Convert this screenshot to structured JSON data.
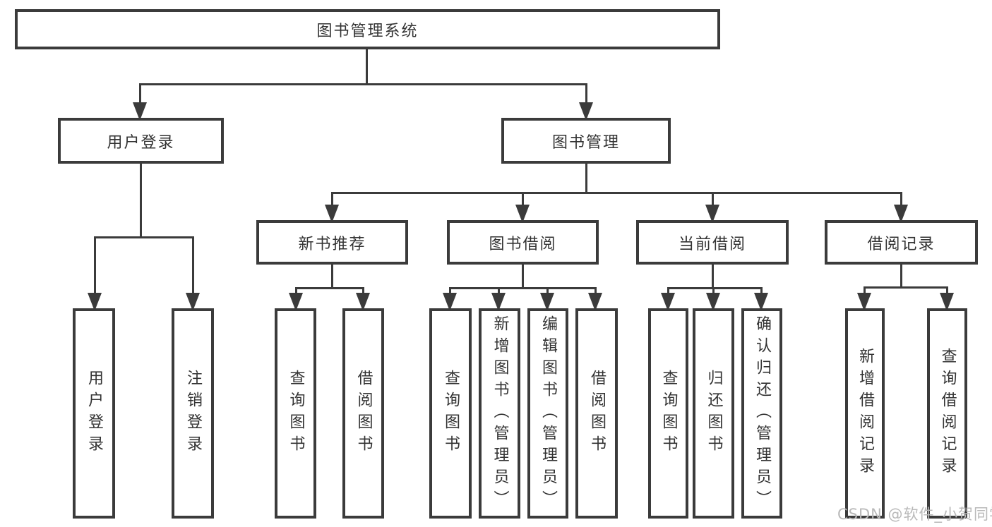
{
  "tree": {
    "label": "图书管理系统",
    "children": [
      {
        "label": "用户登录",
        "children": [
          {
            "label": "用户登录"
          },
          {
            "label": "注销登录"
          }
        ]
      },
      {
        "label": "图书管理",
        "children": [
          {
            "label": "新书推荐",
            "children": [
              {
                "label": "查询图书"
              },
              {
                "label": "借阅图书"
              }
            ]
          },
          {
            "label": "图书借阅",
            "children": [
              {
                "label": "查询图书"
              },
              {
                "label": "新增图书（管理员）"
              },
              {
                "label": "编辑图书（管理员）"
              },
              {
                "label": "借阅图书"
              }
            ]
          },
          {
            "label": "当前借阅",
            "children": [
              {
                "label": "查询图书"
              },
              {
                "label": "归还图书"
              },
              {
                "label": "确认归还（管理员）"
              }
            ]
          },
          {
            "label": "借阅记录",
            "children": [
              {
                "label": "新增借阅记录"
              },
              {
                "label": "查询借阅记录"
              }
            ]
          }
        ]
      }
    ]
  },
  "watermark": {
    "text": "CSDN @软件_小贺同学",
    "color": "#b9b9b9"
  },
  "style": {
    "line_color": "#3b3b3b",
    "text_color": "#333333",
    "background": "#ffffff"
  }
}
